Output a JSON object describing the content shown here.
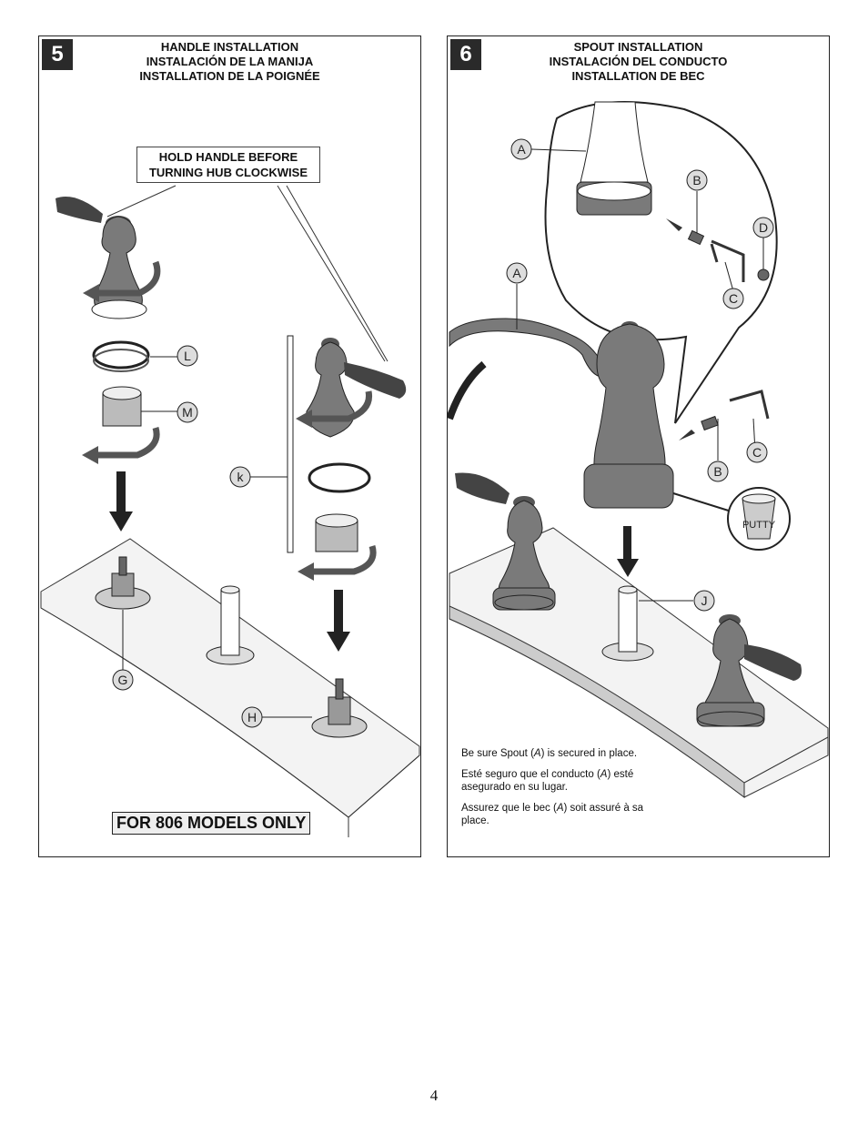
{
  "step5": {
    "number": "5",
    "heading": [
      "HANDLE INSTALLATION",
      "INSTALACIÓN DE LA MANIJA",
      "INSTALLATION DE LA POIGNÉE"
    ],
    "callout": [
      "HOLD HANDLE BEFORE",
      "TURNING HUB CLOCKWISE"
    ],
    "labels": {
      "L": "L",
      "M": "M",
      "k": "k",
      "G": "G",
      "H": "H"
    },
    "models_note": "FOR 806 MODELS ONLY"
  },
  "step6": {
    "number": "6",
    "heading": [
      "SPOUT INSTALLATION",
      "INSTALACIÓN DEL CONDUCTO",
      "INSTALLATION DE BEC"
    ],
    "labels": {
      "A1": "A",
      "B1": "B",
      "C1": "C",
      "D": "D",
      "A2": "A",
      "B2": "B",
      "C2": "C",
      "J": "J"
    },
    "putty": "PUTTY",
    "note_en_1": "Be sure Spout (",
    "note_en_a": "A",
    "note_en_2": ") is secured in place.",
    "note_es_1": "Esté seguro que el conducto (",
    "note_es_a": "A",
    "note_es_2": ") esté asegurado en su lugar.",
    "note_fr_1": "Assurez que le bec (",
    "note_fr_a": "A",
    "note_fr_2": ") soit assuré à sa place."
  },
  "page_number": "4"
}
